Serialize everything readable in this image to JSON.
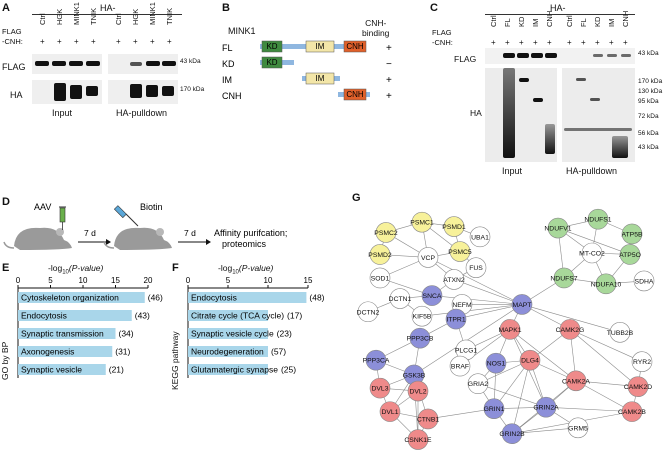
{
  "panels": {
    "A": {
      "label": "A",
      "header": "HA-",
      "rows": [
        "FLAG",
        "-CNH:"
      ],
      "lanes_input": [
        "Ctrl",
        "HGK",
        "MINK1",
        "TNIK"
      ],
      "lanes_pulldown": [
        "Ctrl",
        "HGK",
        "MINK1",
        "TNIK"
      ],
      "flag_signs": [
        "+",
        "+",
        "+",
        "+",
        "+",
        "+",
        "+",
        "+"
      ],
      "blot_labels": [
        "FLAG",
        "HA"
      ],
      "markers": [
        "43 kDa",
        "170 kDa"
      ],
      "groups": [
        "Input",
        "HA-pulldown"
      ]
    },
    "B": {
      "label": "B",
      "title": "MINK1",
      "binding_header": "CNH-\nbinding",
      "constructs": [
        {
          "name": "FL",
          "binding": "+"
        },
        {
          "name": "KD",
          "binding": "−"
        },
        {
          "name": "IM",
          "binding": "+"
        },
        {
          "name": "CNH",
          "binding": "+"
        }
      ],
      "domains": [
        "KD",
        "IM",
        "CNH"
      ],
      "colors": {
        "KD": "#3f8a3f",
        "IM": "#f3e6a8",
        "CNH": "#e0602a",
        "linker": "#8fb7e0"
      }
    },
    "C": {
      "label": "C",
      "header": "HA-",
      "rows": [
        "FLAG",
        "-CNH:"
      ],
      "lanes": [
        "Ctrl",
        "FL",
        "KD",
        "IM",
        "CNH",
        "Ctrl",
        "FL",
        "KD",
        "IM",
        "CNH"
      ],
      "flag_signs": [
        "+",
        "+",
        "+",
        "+",
        "+",
        "+",
        "+",
        "+",
        "+",
        "+"
      ],
      "blot_labels": [
        "FLAG",
        "HA"
      ],
      "markers": [
        "43 kDa",
        "170 kDa",
        "130 kDa",
        "95 kDa",
        "72 kDa",
        "56 kDa",
        "43 kDa"
      ],
      "groups": [
        "Input",
        "HA-pulldown"
      ]
    },
    "D": {
      "label": "D",
      "steps": [
        "AAV",
        "Biotin",
        "7 d",
        "7 d",
        "Affinity purifcation;",
        "proteomics"
      ]
    },
    "E": {
      "label": "E",
      "axis_title": "-log",
      "axis_sub": "10",
      "axis_rest": "(P-value)",
      "ylabel": "GO by BP",
      "chart_data": {
        "type": "bar",
        "xlim": [
          0,
          20
        ],
        "ticks": [
          "0",
          "5",
          "10",
          "15",
          "20"
        ],
        "categories": [
          "Cytoskeleton organization",
          "Endocytosis",
          "Synaptic transmission",
          "Axonogenesis",
          "Synaptic vesicle"
        ],
        "values": [
          19.5,
          17.5,
          15.0,
          14.5,
          13.5
        ],
        "counts": [
          "(46)",
          "(43)",
          "(34)",
          "(31)",
          "(21)"
        ],
        "color": "#a9d6ea"
      }
    },
    "F": {
      "label": "F",
      "axis_title": "-log",
      "axis_sub": "10",
      "axis_rest": "(P-value)",
      "ylabel": "KEGG pathway",
      "chart_data": {
        "type": "bar",
        "xlim": [
          0,
          15
        ],
        "ticks": [
          "0",
          "5",
          "10",
          "15"
        ],
        "categories": [
          "Endocytosis",
          "Citrate cycle (TCA cycle)",
          "Synaptic vesicle cycle",
          "Neurodegeneration",
          "Glutamatergic synapse"
        ],
        "values": [
          14.8,
          10.0,
          10.0,
          10.0,
          10.0
        ],
        "counts": [
          "(48)",
          "(17)",
          "(23)",
          "(57)",
          "(25)"
        ],
        "color": "#a9d6ea"
      }
    },
    "G": {
      "label": "G",
      "colors": {
        "yellow": "#f7f19a",
        "green": "#a8d89a",
        "blue": "#8c8fd9",
        "red": "#ef8a8a",
        "white": "#ffffff"
      },
      "nodes": [
        {
          "id": "PSMC1",
          "c": "yellow"
        },
        {
          "id": "PSMD1",
          "c": "yellow"
        },
        {
          "id": "PSMC2",
          "c": "yellow"
        },
        {
          "id": "UBA1",
          "c": "white"
        },
        {
          "id": "PSMD2",
          "c": "yellow"
        },
        {
          "id": "PSMC5",
          "c": "yellow"
        },
        {
          "id": "VCP",
          "c": "white"
        },
        {
          "id": "FUS",
          "c": "white"
        },
        {
          "id": "SOD1",
          "c": "white"
        },
        {
          "id": "ATXN2",
          "c": "white"
        },
        {
          "id": "NDUFS1",
          "c": "green"
        },
        {
          "id": "NDUFV1",
          "c": "green"
        },
        {
          "id": "ATP5B",
          "c": "green"
        },
        {
          "id": "ATP5O",
          "c": "green"
        },
        {
          "id": "MT-CO2",
          "c": "white"
        },
        {
          "id": "NDUFS7",
          "c": "green"
        },
        {
          "id": "NDUFA10",
          "c": "green"
        },
        {
          "id": "SDHA",
          "c": "white"
        },
        {
          "id": "SNCA",
          "c": "blue"
        },
        {
          "id": "DCTN1",
          "c": "white"
        },
        {
          "id": "DCTN2",
          "c": "white"
        },
        {
          "id": "KIF5B",
          "c": "white"
        },
        {
          "id": "NEFM",
          "c": "white"
        },
        {
          "id": "MAPT",
          "c": "blue"
        },
        {
          "id": "ITPR1",
          "c": "blue"
        },
        {
          "id": "PPP3CB",
          "c": "blue"
        },
        {
          "id": "MAPK1",
          "c": "red"
        },
        {
          "id": "CAMK2G",
          "c": "red"
        },
        {
          "id": "TUBB2B",
          "c": "white"
        },
        {
          "id": "PPP3CA",
          "c": "blue"
        },
        {
          "id": "PLCG1",
          "c": "white"
        },
        {
          "id": "RYR2",
          "c": "white"
        },
        {
          "id": "GSK3B",
          "c": "blue"
        },
        {
          "id": "BRAF",
          "c": "white"
        },
        {
          "id": "NOS1",
          "c": "blue"
        },
        {
          "id": "DLG4",
          "c": "red"
        },
        {
          "id": "DVL3",
          "c": "red"
        },
        {
          "id": "DVL2",
          "c": "red"
        },
        {
          "id": "GRIA2",
          "c": "white"
        },
        {
          "id": "CAMK2A",
          "c": "red"
        },
        {
          "id": "CAMK2D",
          "c": "red"
        },
        {
          "id": "DVL1",
          "c": "red"
        },
        {
          "id": "CTNB1",
          "c": "red"
        },
        {
          "id": "GRIN1",
          "c": "blue"
        },
        {
          "id": "GRIN2A",
          "c": "blue"
        },
        {
          "id": "CAMK2B",
          "c": "red"
        },
        {
          "id": "CSNK1E",
          "c": "red"
        },
        {
          "id": "GRIN2B",
          "c": "blue"
        },
        {
          "id": "GRM5",
          "c": "white"
        }
      ]
    }
  }
}
